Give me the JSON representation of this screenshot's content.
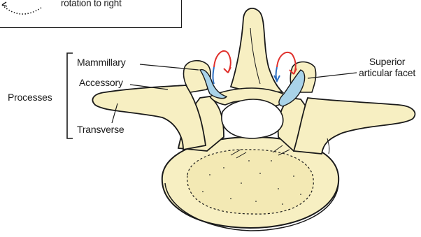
{
  "legend": {
    "caption": "rotation to right"
  },
  "labels": {
    "mammillary": "Mammillary",
    "accessory": "Accessory",
    "processes": "Processes",
    "transverse": "Transverse",
    "superior_line1": "Superior",
    "superior_line2": "articular facet"
  },
  "colors": {
    "bone": "#f7efc2",
    "bone_shadow": "#e6d89a",
    "facet": "#a9d3e9",
    "arrow_red": "#e0302c",
    "arrow_blue": "#2d6fc2",
    "ink": "#1a1a1a"
  }
}
